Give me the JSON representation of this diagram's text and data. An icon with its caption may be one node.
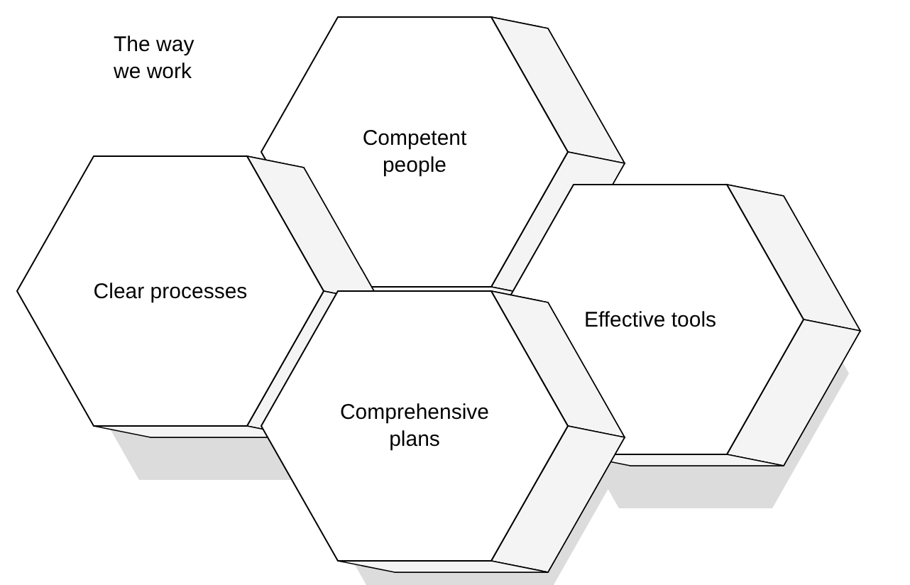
{
  "diagram": {
    "title": "The way we work",
    "nodes": [
      {
        "text": [
          "Competent people"
        ]
      },
      {
        "text": [
          "Clear processes"
        ]
      },
      {
        "text": [
          "Effective tools"
        ]
      },
      {
        "text": [
          "Comprehensive plans"
        ]
      }
    ]
  }
}
